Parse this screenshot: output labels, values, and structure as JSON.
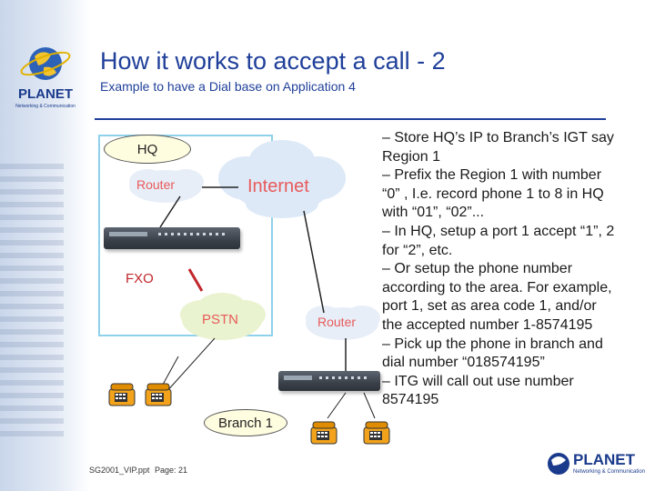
{
  "slide": {
    "title": "How it works to accept a call - 2",
    "subtitle": "Example to  have a  Dial base on Application 4"
  },
  "diagram": {
    "hq_label": "HQ",
    "router_hq_label": "Router",
    "internet_label": "Internet",
    "fxo_label": "FXO",
    "pstn_label": "PSTN",
    "router_branch_label": "Router",
    "branch_label": "Branch 1"
  },
  "bullets": [
    "– Store HQ’s IP to Branch’s IGT say Region 1",
    "– Prefix the Region 1 with number “0” , I.e. record phone 1 to 8 in HQ with “01”, “02”...",
    "– In HQ, setup a port 1 accept “1”, 2 for “2”, etc.",
    "– Or setup the phone number according to the area. For example, port 1, set as area code 1, and/or the accepted number 1-8574195",
    "– Pick up the phone in branch and dial number “018574195”",
    "– ITG will call out use number 8574195"
  ],
  "footer": {
    "file": "SG2001_VIP.ppt",
    "page": "Page: 21"
  },
  "logo": {
    "brand": "PLANET",
    "tagline": "Networking & Communication"
  },
  "colors": {
    "title": "#1f3f9a",
    "hq_box_border": "#8fd0ea",
    "label_red": "#c1272d",
    "cloud_blue": "#dde9f7",
    "pstn_green": "#e9f3cf",
    "phone_orange": "#f2a31b"
  }
}
